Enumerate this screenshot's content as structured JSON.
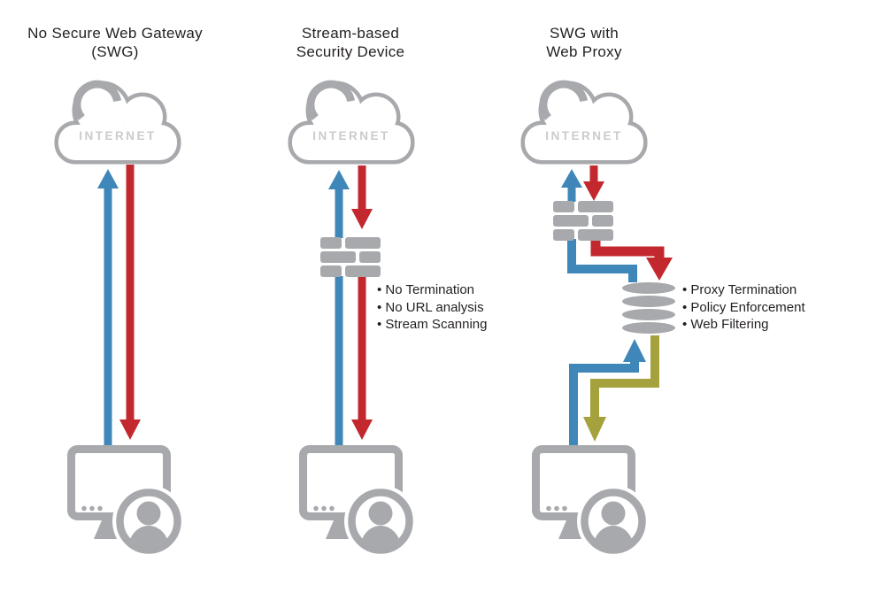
{
  "colors": {
    "gray": "#a7a9ac",
    "light-gray": "#c9cbcd",
    "blue": "#3f87b8",
    "red": "#c2282e",
    "olive": "#a5a13c",
    "text": "#231f20",
    "white": "#ffffff"
  },
  "columns": [
    {
      "title_line1": "No Secure Web Gateway",
      "title_line2": "(SWG)",
      "cloud_label": "INTERNET",
      "bullets": []
    },
    {
      "title_line1": "Stream-based",
      "title_line2": "Security Device",
      "cloud_label": "INTERNET",
      "bullets": [
        "No Termination",
        "No URL analysis",
        "Stream Scanning"
      ]
    },
    {
      "title_line1": "SWG with",
      "title_line2": "Web Proxy",
      "cloud_label": "INTERNET",
      "bullets": [
        "Proxy Termination",
        "Policy Enforcement",
        "Web Filtering"
      ]
    }
  ],
  "icons": {
    "cloud": "internet-cloud-icon",
    "firewall": "firewall-bricks-icon",
    "proxy": "proxy-server-stack-icon",
    "computer": "client-computer-user-icon",
    "blue_arrow": "upstream-request-arrow",
    "red_arrow": "downstream-response-arrow",
    "olive_arrow": "filtered-response-arrow"
  }
}
